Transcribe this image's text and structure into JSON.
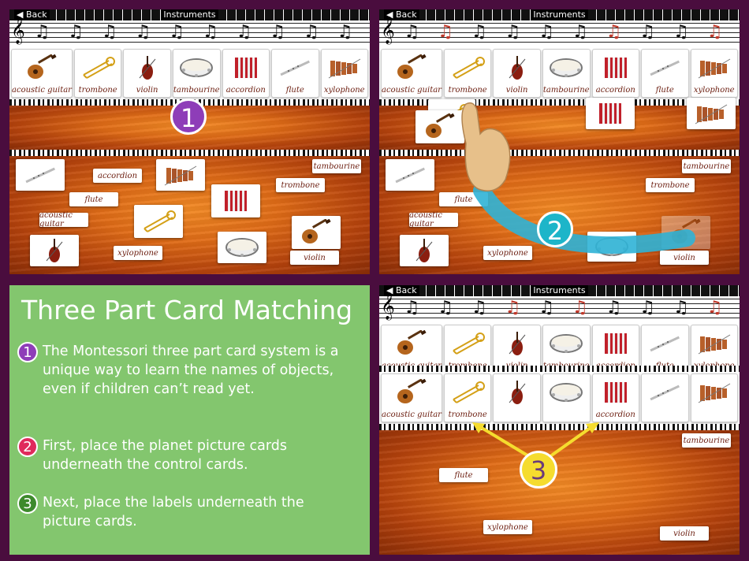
{
  "nav": {
    "back": "Back",
    "title": "Instruments"
  },
  "instruments": [
    "acoustic guitar",
    "trombone",
    "violin",
    "tambourine",
    "accordion",
    "flute",
    "xylophone"
  ],
  "panel1": {
    "badge": "1",
    "loose_labels": [
      "tambourine",
      "accordion",
      "trombone",
      "flute",
      "acoustic guitar",
      "xylophone",
      "violin"
    ]
  },
  "panel2": {
    "badge": "2",
    "loose_labels": [
      "tambourine",
      "trombone",
      "flute",
      "acoustic guitar",
      "xylophone",
      "violin"
    ]
  },
  "panel3": {
    "badge": "3",
    "matched_labels": [
      "acoustic guitar",
      "trombone",
      "accordion"
    ],
    "loose_labels": [
      "tambourine",
      "flute",
      "xylophone",
      "violin"
    ]
  },
  "info": {
    "title": "Three Part Card Matching",
    "steps": [
      {
        "num": "1",
        "text": "The Montessori three part card system is a unique way to learn the names of objects, even if children can’t read yet."
      },
      {
        "num": "2",
        "text": "First, place the planet picture cards underneath the control cards."
      },
      {
        "num": "3",
        "text": "Next, place the labels underneath the picture cards."
      }
    ]
  },
  "colors": {
    "background": "#4a0d3e",
    "info_panel": "#83c66e",
    "label_text": "#6b1d0f"
  }
}
